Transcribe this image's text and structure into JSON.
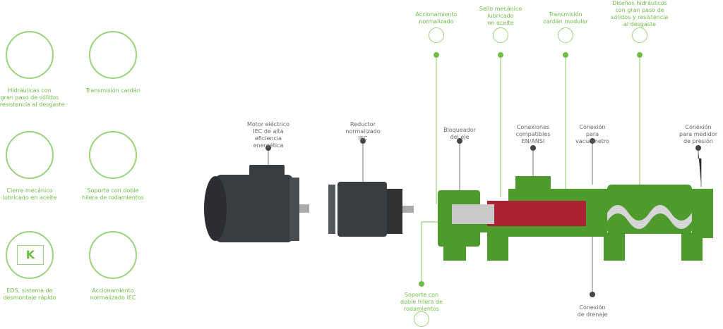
{
  "features": [
    {
      "label": "Hidráulicas con\ngran paso de sólidos\ny resistencia al desgaste",
      "icon": "screw-rotor-icon"
    },
    {
      "label": "Transmisión cardán",
      "icon": "cardan-joint-icon"
    },
    {
      "label": "Cierre mecánico\nlubricado en aceite",
      "icon": "mechanical-seal-icon"
    },
    {
      "label": "Soporte con doble\nhilera de rodamientos",
      "icon": "bearing-icon"
    },
    {
      "label": "EDS, sistema de\ndesmontaje rápido",
      "icon": "eds-k-icon"
    },
    {
      "label": "Accionamiento\nnormalizado IEC",
      "icon": "iec-flange-icon"
    }
  ],
  "top_callouts": [
    "Accionamiento\nnormalizado",
    "Sello mecánico\nlubricado\nen aceite",
    "Transmisión\ncardán modular",
    "Diseños hidráulicos\ncon gran paso de\nsólidos y resistencia\nal desgaste"
  ],
  "component_labels": {
    "motor": "Motor eléctrico\nIEC de alta\neficiencia\nenergética",
    "reducer": "Reductor\nnormalizado\nIEC",
    "shaft_lock": "Bloqueador\ndel eje",
    "connections": "Conexiones\ncompatibles\nEN/ANSI",
    "vacuum": "Conexión\npara\nvacuómetro",
    "pressure": "Conexión\npara medidor\nde presión",
    "bearing_support": "Soporte con\ndoble hilera de\nrodamientos",
    "drain": "Conexión\nde drenaje"
  },
  "colors": {
    "green": "#6cbf45",
    "pump": "#4f9a2c",
    "motor": "#3a3d40"
  }
}
